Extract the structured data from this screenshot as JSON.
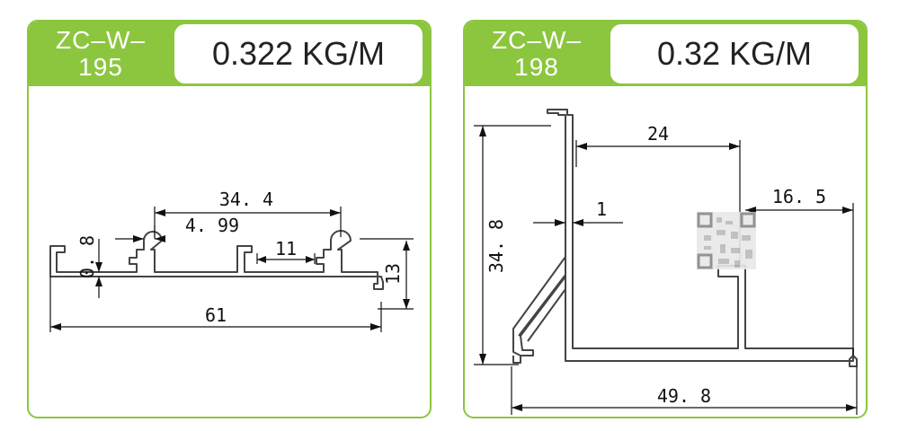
{
  "colors": {
    "accent": "#8cc63f",
    "line": "#111111",
    "profile": "#444444"
  },
  "profiles": [
    {
      "code_line1": "ZC–W–",
      "code_line2": "195",
      "weight": "0.322 KG/M",
      "dims": {
        "d1": "34. 4",
        "d2": "4. 99",
        "d3": "0. 8",
        "d4": "11",
        "d5": "13",
        "d6": "61"
      }
    },
    {
      "code_line1": "ZC–W–",
      "code_line2": "198",
      "weight": "0.32 KG/M",
      "dims": {
        "d1": "24",
        "d2": "16. 5",
        "d3": "1",
        "d4": "34. 8",
        "d5": "49. 8"
      }
    }
  ],
  "qr_icon": "qr-code-icon"
}
